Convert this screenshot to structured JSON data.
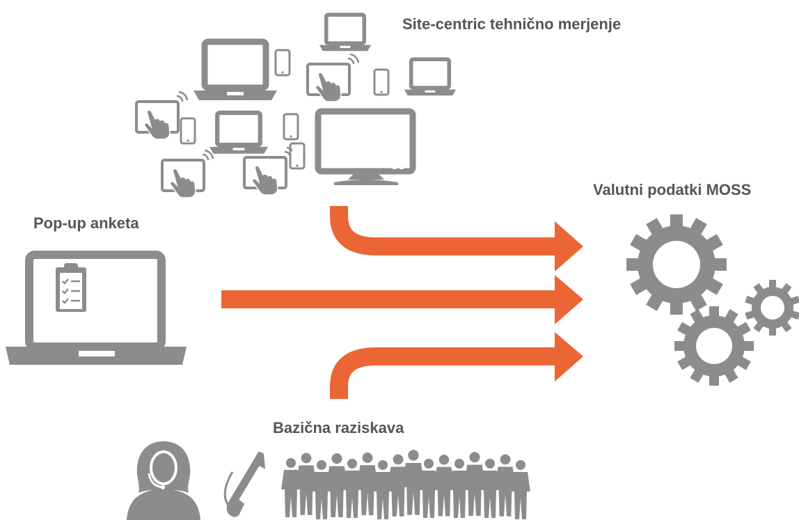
{
  "labels": {
    "site_centric": "Site-centric tehnično merjenje",
    "currency_data": "Valutni podatki MOSS",
    "popup_survey": "Pop-up anketa",
    "base_survey": "Bazična raziskava"
  },
  "colors": {
    "accent": "#ec6535",
    "icon_gray": "#8c8c8c",
    "text": "#555555"
  },
  "icons": {
    "devices": [
      "laptop-icon",
      "tablet-touch-icon",
      "smartphone-icon",
      "desktop-monitor-icon"
    ],
    "survey": [
      "laptop-clipboard-icon"
    ],
    "base": [
      "operator-headset-icon",
      "phone-handset-icon",
      "crowd-icon"
    ],
    "output": [
      "gears-icon"
    ]
  }
}
